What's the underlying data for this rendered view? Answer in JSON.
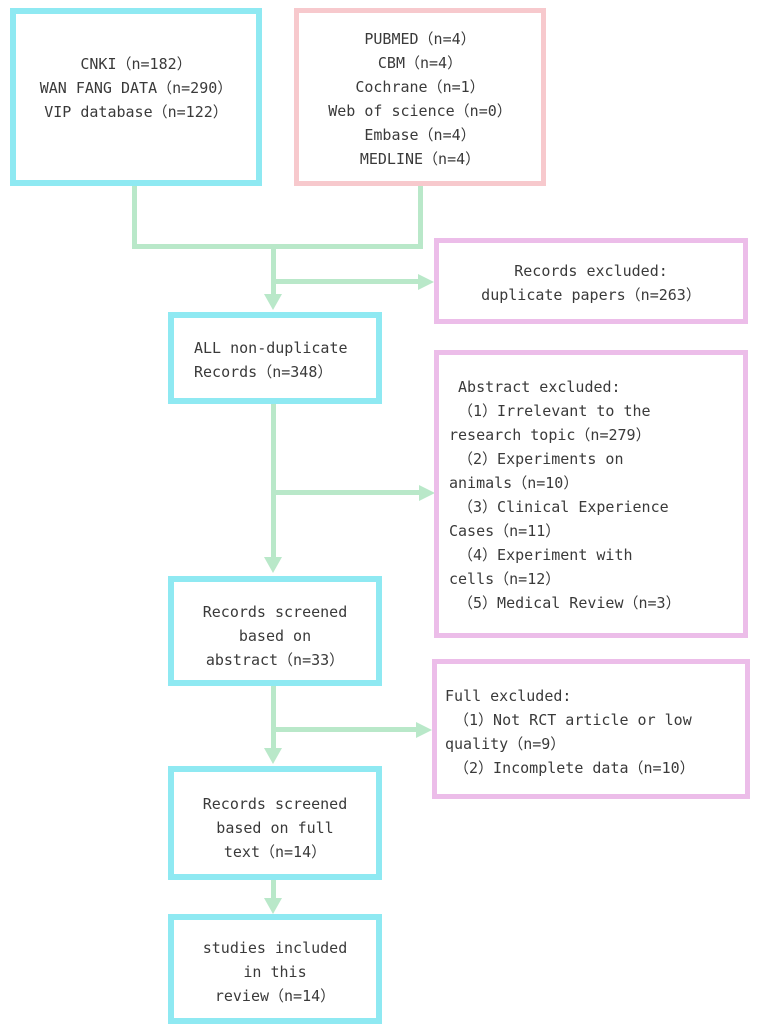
{
  "sources": {
    "chinese_db": [
      "CNKI（n=182）",
      "WAN FANG DATA（n=290）",
      "VIP database（n=122）"
    ],
    "english_db": [
      "PUBMED（n=4）",
      "CBM（n=4）",
      "Cochrane（n=1）",
      "Web of science（n=0）",
      "Embase（n=4）",
      "MEDLINE（n=4）"
    ]
  },
  "excluded_duplicates": [
    "Records excluded:",
    "duplicate papers（n=263）"
  ],
  "non_duplicate": [
    "ALL non-duplicate",
    "Records（n=348）"
  ],
  "abstract_excluded": [
    " Abstract excluded:",
    " （1）Irrelevant to the",
    "research topic（n=279）",
    " （2）Experiments on",
    "animals（n=10）",
    " （3）Clinical Experience",
    "Cases（n=11）",
    " （4）Experiment with",
    "cells（n=12）",
    " （5）Medical Review（n=3）"
  ],
  "screened_abstract": [
    "Records screened",
    "based on",
    "abstract（n=33）"
  ],
  "full_excluded": [
    "Full excluded:",
    " （1）Not RCT article or low",
    "quality（n=9）",
    " （2）Incomplete data（n=10）"
  ],
  "screened_full": [
    "Records screened",
    "based on full",
    "text（n=14）"
  ],
  "included": [
    "studies included",
    "in this",
    "review（n=14）"
  ],
  "colors": {
    "main_box_border": "#8fe9f2",
    "english_db_border": "#f7c9cd",
    "excluded_border": "#ecbde9",
    "connector": "#b9e8c9"
  }
}
